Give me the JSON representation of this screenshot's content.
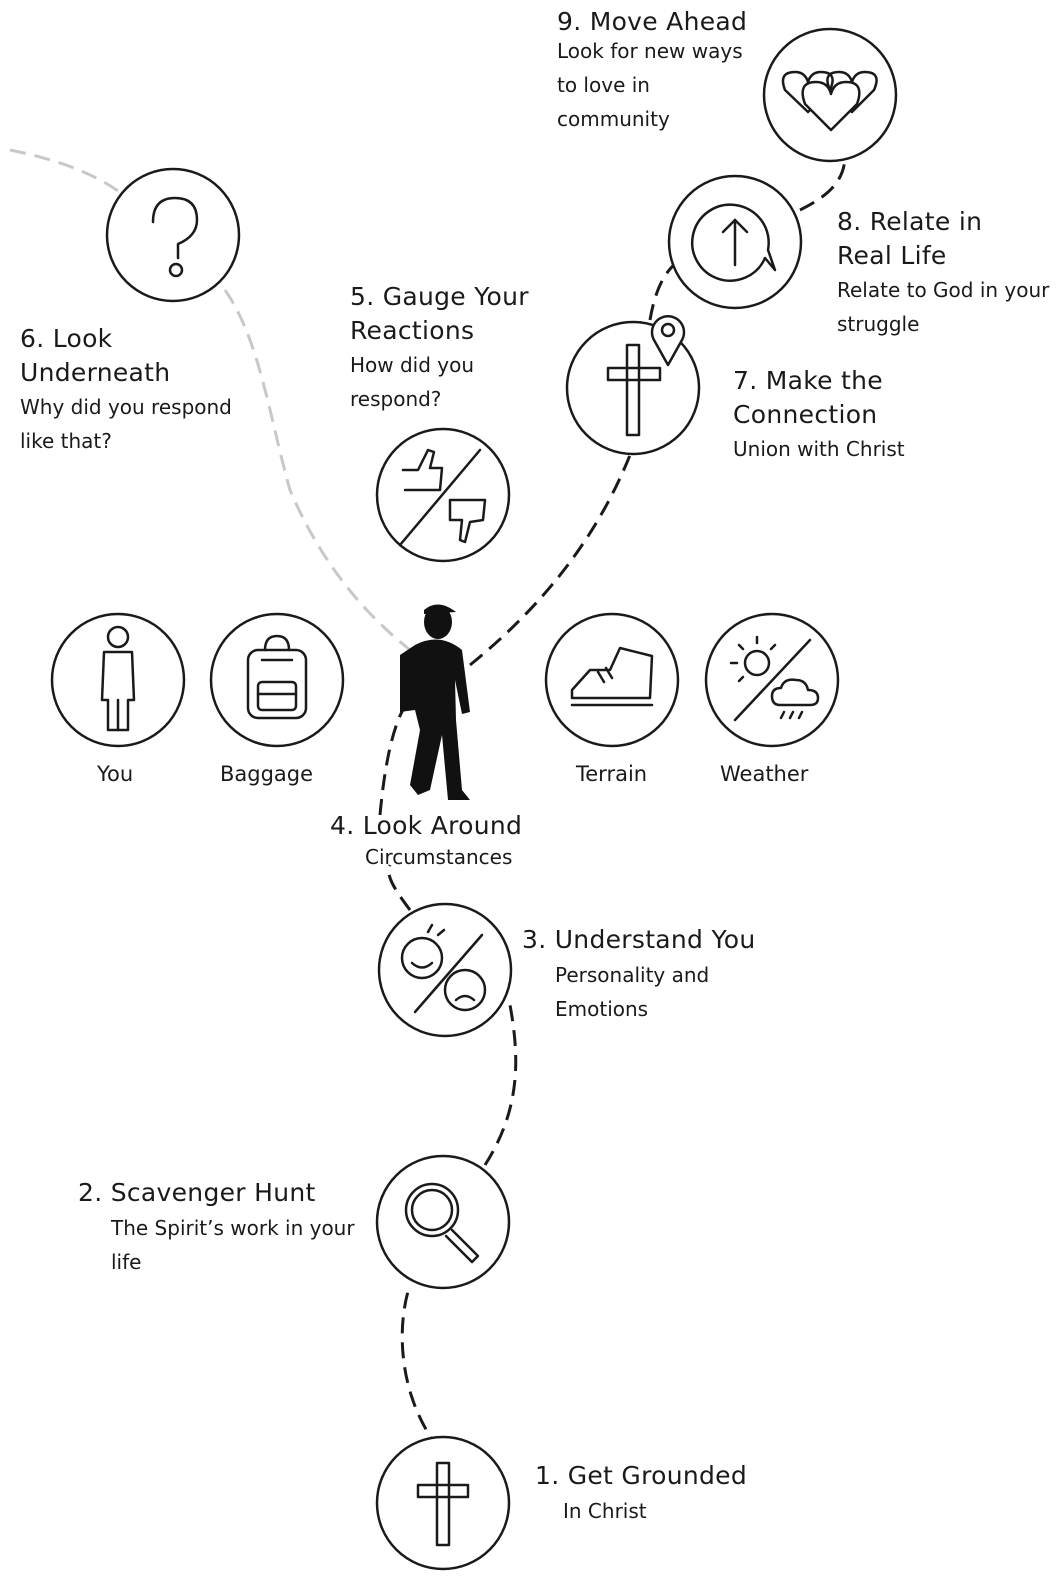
{
  "steps": [
    {
      "title": "1. Get Grounded",
      "subtitle": "In Christ",
      "icon": "cross-icon"
    },
    {
      "title": "2. Scavenger Hunt",
      "subtitle": "The Spirit’s work in your life",
      "icon": "magnifier-icon"
    },
    {
      "title": "3. Understand You",
      "subtitle": "Personality and Emotions",
      "icon": "faces-icon"
    },
    {
      "title": "4. Look Around",
      "subtitle": "Circumstances",
      "icon": "hiker-icon"
    },
    {
      "title": "5. Gauge Your Reactions",
      "subtitle": "How did you respond?",
      "icon": "thumbs-icon"
    },
    {
      "title": "6. Look Underneath",
      "subtitle": "Why did you respond like that?",
      "icon": "question-icon"
    },
    {
      "title": "7. Make the Connection",
      "subtitle": "Union with Christ",
      "icon": "cross-pin-icon"
    },
    {
      "title": "8. Relate in Real Life",
      "subtitle": "Relate to God in your struggle",
      "icon": "speech-arrow-icon"
    },
    {
      "title": "9. Move Ahead",
      "subtitle": "Look for new ways to love in community",
      "icon": "hearts-icon"
    }
  ],
  "circumstances": [
    {
      "label": "You",
      "icon": "person-icon"
    },
    {
      "label": "Baggage",
      "icon": "backpack-icon"
    },
    {
      "label": "Terrain",
      "icon": "boot-icon"
    },
    {
      "label": "Weather",
      "icon": "sun-cloud-icon"
    }
  ],
  "colors": {
    "ink": "#1a1a1a",
    "faded_path": "#c8c8c8",
    "background": "#ffffff"
  }
}
